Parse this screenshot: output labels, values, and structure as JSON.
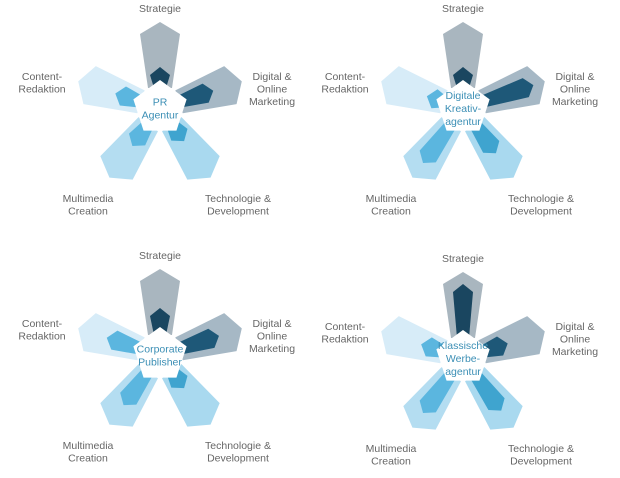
{
  "axes": [
    "Strategie",
    "Digital & Online Marketing",
    "Technologie & Development",
    "Multimedia Creation",
    "Content-Redaktion"
  ],
  "axis_label_lines": [
    [
      "Strategie"
    ],
    [
      "Digital &",
      "Online",
      "Marketing"
    ],
    [
      "Technologie &",
      "Development"
    ],
    [
      "Multimedia",
      "Creation"
    ],
    [
      "Content-",
      "Redaktion"
    ]
  ],
  "colors": {
    "outer": [
      "#a9b6bf",
      "#a6b8c5",
      "#a9d9ef",
      "#b4ddf1",
      "#d7ecf8"
    ],
    "inner": [
      "#1a4660",
      "#1e5878",
      "#3fa4cf",
      "#5bb6df",
      "#5bb6df"
    ],
    "center_text": "#3c8fb5"
  },
  "charts": [
    {
      "title_lines": [
        "PR",
        "Agentur"
      ],
      "levels": [
        0.35,
        0.6,
        0.35,
        0.45,
        0.45
      ]
    },
    {
      "title_lines": [
        "Digitale",
        "Kreativ-",
        "agentur"
      ],
      "levels": [
        0.35,
        0.9,
        0.6,
        0.8,
        0.3
      ]
    },
    {
      "title_lines": [
        "Corporate",
        "Publisher"
      ],
      "levels": [
        0.45,
        0.7,
        0.35,
        0.7,
        0.6
      ]
    },
    {
      "title_lines": [
        "Klassische",
        "Werbe-",
        "agentur"
      ],
      "levels": [
        0.9,
        0.45,
        0.75,
        0.8,
        0.4
      ]
    }
  ]
}
